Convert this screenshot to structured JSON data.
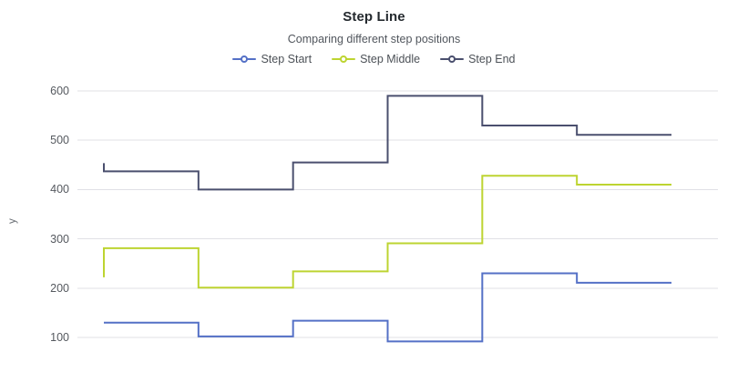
{
  "header": {
    "title": "Step Line",
    "subtitle": "Comparing different step positions"
  },
  "legend": {
    "position": "top",
    "items": [
      {
        "label": "Step Start",
        "color": "#5470c6",
        "icon": "line-marker-icon"
      },
      {
        "label": "Step Middle",
        "color": "#bdd431",
        "icon": "line-marker-icon"
      },
      {
        "label": "Step End",
        "color": "#4a4f6e",
        "icon": "line-marker-icon"
      }
    ]
  },
  "chart_data": {
    "type": "line",
    "title": "Step Line",
    "subtitle": "Comparing different step positions",
    "xlabel": "",
    "ylabel": "y",
    "grid": true,
    "legend_position": "top",
    "ylim": [
      60,
      630
    ],
    "yticks": [
      100,
      200,
      300,
      400,
      500,
      600
    ],
    "xlim": [
      0,
      6
    ],
    "x": [
      0,
      1,
      2,
      3,
      4,
      5
    ],
    "series": [
      {
        "name": "Step Start",
        "color": "#5470c6",
        "step": "start",
        "values": [
          130,
          102,
          134,
          92,
          230,
          211
        ]
      },
      {
        "name": "Step Middle",
        "color": "#bdd431",
        "step": "middle",
        "values": [
          222,
          281,
          201,
          234,
          291,
          428,
          410
        ]
      },
      {
        "name": "Step End",
        "color": "#4a4f6e",
        "step": "end",
        "values": [
          437,
          400,
          455,
          590,
          530,
          511
        ]
      }
    ]
  },
  "style": {
    "grid_color": "#e0e0e6",
    "axis_text_color": "#55595f",
    "plot_background": "#ffffff"
  }
}
